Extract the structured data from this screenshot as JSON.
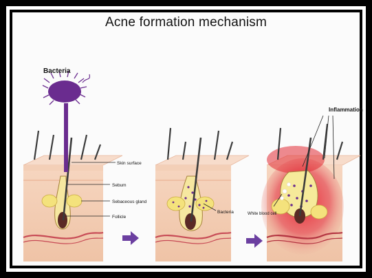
{
  "title": "Acne formation mechanism",
  "labels": {
    "bacteria_top": "Bacteria",
    "skin_surface": "Skin surface",
    "sebum": "Sebum",
    "sebaceous_gland": "Sebaceous gland",
    "follicle": "Follicle",
    "bacteria_mid": "Bacteria",
    "white_blood_cell": "White blood cell",
    "inflammation": "Inflammation"
  },
  "colors": {
    "skin": "#f0c8ad",
    "skin_dark": "#e3a98a",
    "gland": "#f4e27c",
    "hair": "#3b3b3b",
    "bacteria": "#6a2c8f",
    "arrow": "#6b3fa0",
    "inflammation": "#d8242f"
  }
}
